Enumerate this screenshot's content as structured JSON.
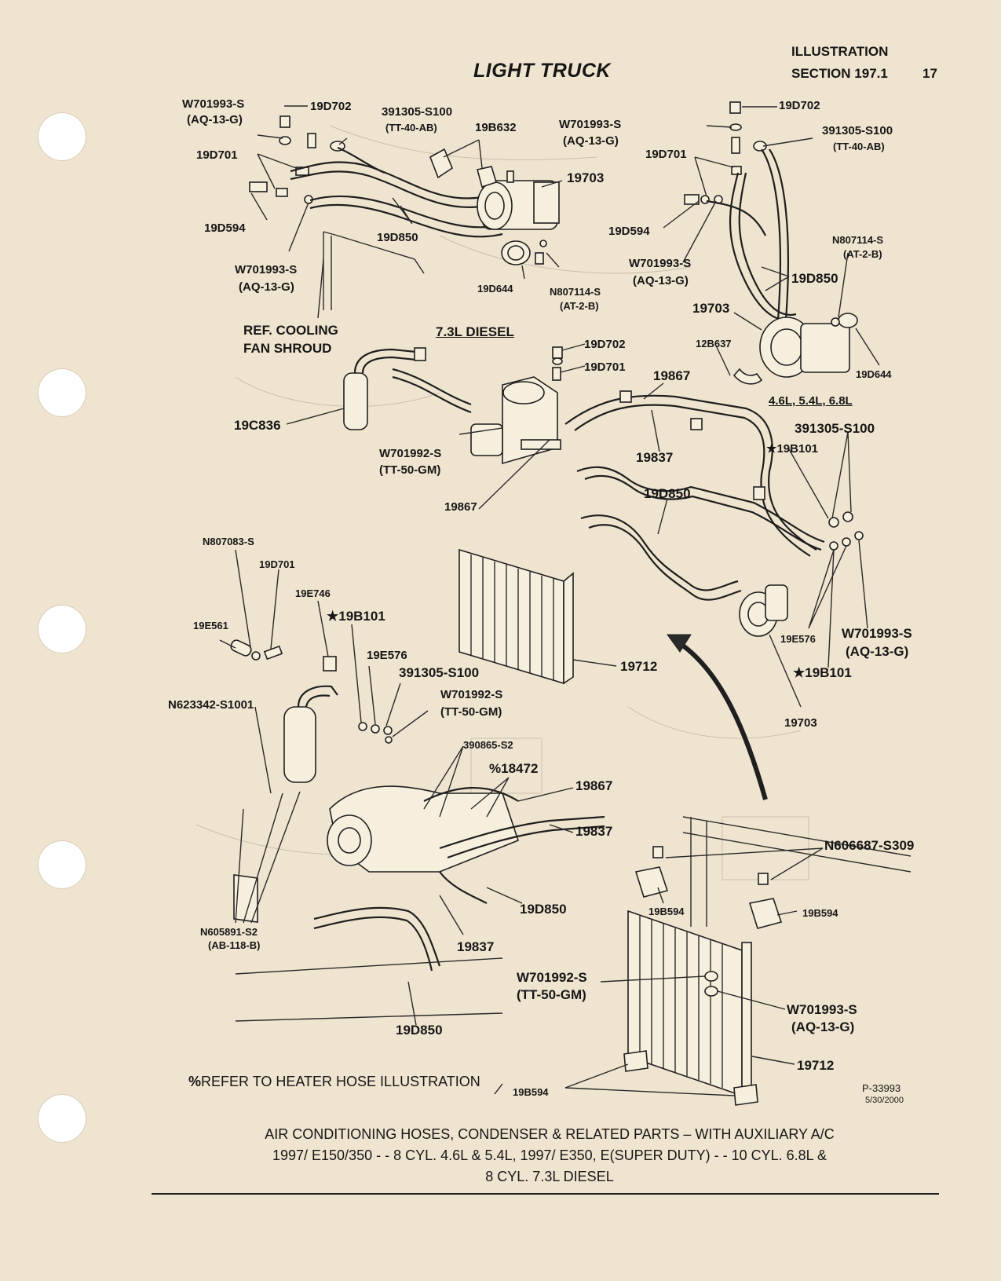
{
  "header": {
    "title": "LIGHT TRUCK",
    "section_label": "ILLUSTRATION",
    "section": "SECTION 197.1",
    "page_number": "17"
  },
  "views": {
    "diesel": "7.3L DIESEL",
    "gas": "4.6L, 5.4L, 6.8L"
  },
  "labels": {
    "tl_w701993_a": "W701993-S",
    "tl_aq13g_a": "(AQ-13-G)",
    "tl_19d702": "19D702",
    "tl_391305": "391305-S100",
    "tl_tt40ab": "(TT-40-AB)",
    "tl_19b632": "19B632",
    "tl_19d701": "19D701",
    "tl_19703": "19703",
    "tl_19d594": "19D594",
    "tl_19d850": "19D850",
    "tl_w701993_b": "W701993-S",
    "tl_aq13g_b": "(AQ-13-G)",
    "tl_19d644": "19D644",
    "tl_n807114": "N807114-S",
    "tl_at2b": "(AT-2-B)",
    "tl_ref1": "REF. COOLING",
    "tl_ref2": "FAN SHROUD",
    "tr_19d702": "19D702",
    "tr_w701993": "W701993-S",
    "tr_aq13g": "(AQ-13-G)",
    "tr_391305": "391305-S100",
    "tr_tt40ab": "(TT-40-AB)",
    "tr_19d701": "19D701",
    "tr_19d594": "19D594",
    "tr_n807114": "N807114-S",
    "tr_at2b": "(AT-2-B)",
    "tr_w701993_b": "W701993-S",
    "tr_aq13g_b": "(AQ-13-G)",
    "tr_19d850": "19D850",
    "tr_19703": "19703",
    "tr_12b637": "12B637",
    "tr_19d644": "19D644",
    "mid_19d702": "19D702",
    "mid_19d701": "19D701",
    "mid_19867_top": "19867",
    "mid_19c836": "19C836",
    "mid_w701992": "W701992-S",
    "mid_tt50gm": "(TT-50-GM)",
    "mid_19837": "19837",
    "mid_391305": "391305-S100",
    "mid_19b101": "19B101",
    "mid_19d850": "19D850",
    "mid_19867": "19867",
    "mid_19e576": "19E576",
    "mid_w701993": "W701993-S",
    "mid_aq13g": "(AQ-13-G)",
    "mid_19b101_b": "19B101",
    "mid_19712": "19712",
    "mid_19703": "19703",
    "bl_n807083": "N807083-S",
    "bl_19d701": "19D701",
    "bl_19e746": "19E746",
    "bl_19b101": "19B101",
    "bl_19e561": "19E561",
    "bl_19e576": "19E576",
    "bl_391305": "391305-S100",
    "bl_w701992": "W701992-S",
    "bl_tt50gm": "(TT-50-GM)",
    "bl_n623342": "N623342-S1001",
    "bl_390865": "390865-S2",
    "bl_18472": "18472",
    "bl_19867": "19867",
    "bl_19837_r": "19837",
    "bl_19d850_r": "19D850",
    "bl_n605891": "N605891-S2",
    "bl_ab118b": "(AB-118-B)",
    "bl_19837": "19837",
    "bl_19d850": "19D850",
    "br_n606687": "N606687-S309",
    "br_19b594_l": "19B594",
    "br_19b594_r": "19B594",
    "br_w701992": "W701992-S",
    "br_tt50gm": "(TT-50-GM)",
    "br_w701993": "W701993-S",
    "br_aq13g": "(AQ-13-G)",
    "br_19712": "19712",
    "br_19b594_b": "19B594"
  },
  "symbols": {
    "star": "★",
    "percent": "%"
  },
  "footnote": "REFER TO HEATER HOSE ILLUSTRATION",
  "figure_id": "P-33993",
  "figure_date": "5/30/2000",
  "caption": {
    "line1": "AIR CONDITIONING HOSES, CONDENSER & RELATED PARTS – WITH AUXILIARY A/C",
    "line2": "1997/ E150/350 - - 8 CYL. 4.6L & 5.4L, 1997/ E350, E(SUPER DUTY) - - 10 CYL. 6.8L &",
    "line3": "8 CYL. 7.3L DIESEL"
  }
}
